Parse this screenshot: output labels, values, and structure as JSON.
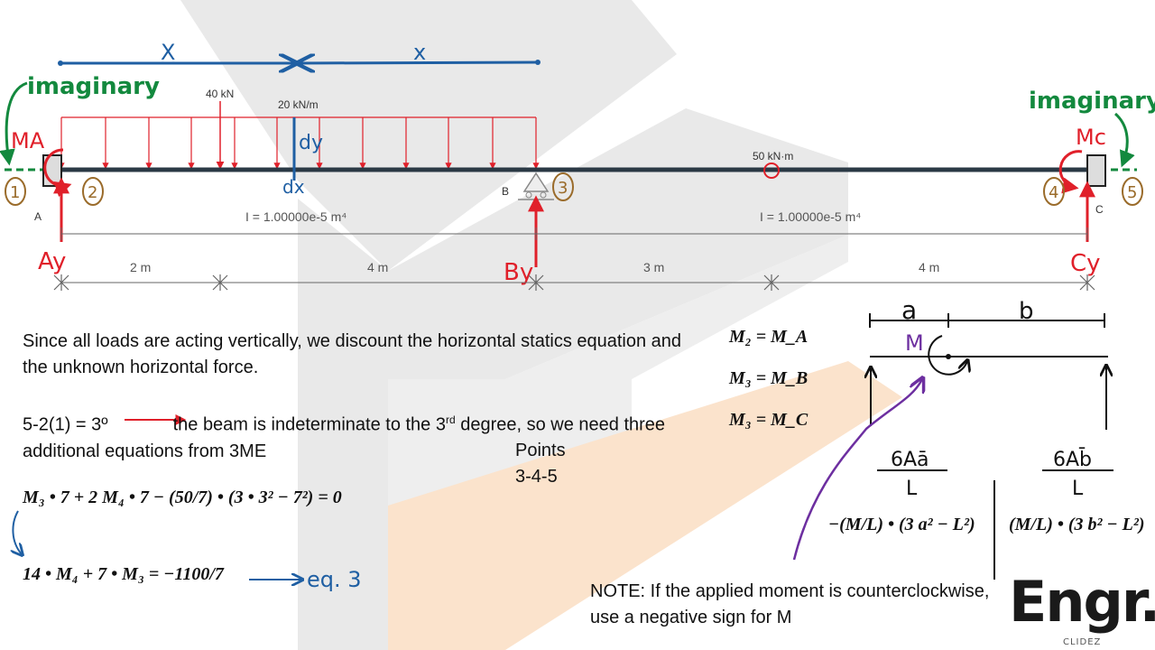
{
  "beam": {
    "load_40": "40 kN",
    "load_dist": "20 kN/m",
    "moment_load": "50 kN·m",
    "inertia_left": "I = 1.00000e-5 m⁴",
    "inertia_right": "I = 1.00000e-5 m⁴",
    "support_a": "A",
    "support_b": "B",
    "support_c": "C",
    "spans": [
      "2 m",
      "4 m",
      "3 m",
      "4 m"
    ]
  },
  "annotations": {
    "x_left": "X",
    "x_right": "x",
    "imaginary_left": "imaginary",
    "imaginary_right": "imaginary",
    "ma": "MA",
    "mc": "Mc",
    "ay": "Ay",
    "by": "By",
    "cy": "Cy",
    "dy": "dy",
    "dx": "dx",
    "points": [
      "1",
      "2",
      "3",
      "4",
      "5"
    ]
  },
  "text": {
    "intro": "Since all loads are acting vertically, we discount the horizontal statics equation and the unknown horizontal force.",
    "degree_lead": "5-2(1) = 3º",
    "degree_tail_before": "the beam is indeterminate to the 3",
    "degree_sup": "rd",
    "degree_tail_after": " degree, so we need three additional equations from 3ME",
    "points_label": "Points",
    "points_value": "3-4-5",
    "note": "NOTE: If the applied moment is counterclockwise, use a negative sign for M"
  },
  "equations": {
    "eq_main": "M₃ • 7 + 2 M₄ • 7 − (50/7) • (3 • 3² − 7²) = 0",
    "eq_result": "14 • M₄ + 7 • M₃ = −1100/7",
    "eq_tag": "eq. 3",
    "relations": [
      "M₂ = M_A",
      "M₃ = M_B",
      "M₃ = M_C"
    ]
  },
  "sketch": {
    "a": "a",
    "b": "b",
    "m": "M",
    "left_term": "6Aā / L",
    "right_term": "6Ab̄ / L",
    "left_formula": "−(M/L) • (3 a² − L²)",
    "right_formula": "(M/L) • (3 b² − L²)"
  },
  "logo": {
    "brand": "Engr.",
    "sub": "CLIDEZ"
  },
  "colors": {
    "load_red": "#e0202a",
    "hand_blue": "#1f5fa3",
    "hand_green": "#13893e",
    "hand_brown": "#9a6b2a",
    "hand_purple": "#6d2fa0",
    "watermark_gray": "#e9e9e9",
    "watermark_orange": "#fbe3cc"
  }
}
